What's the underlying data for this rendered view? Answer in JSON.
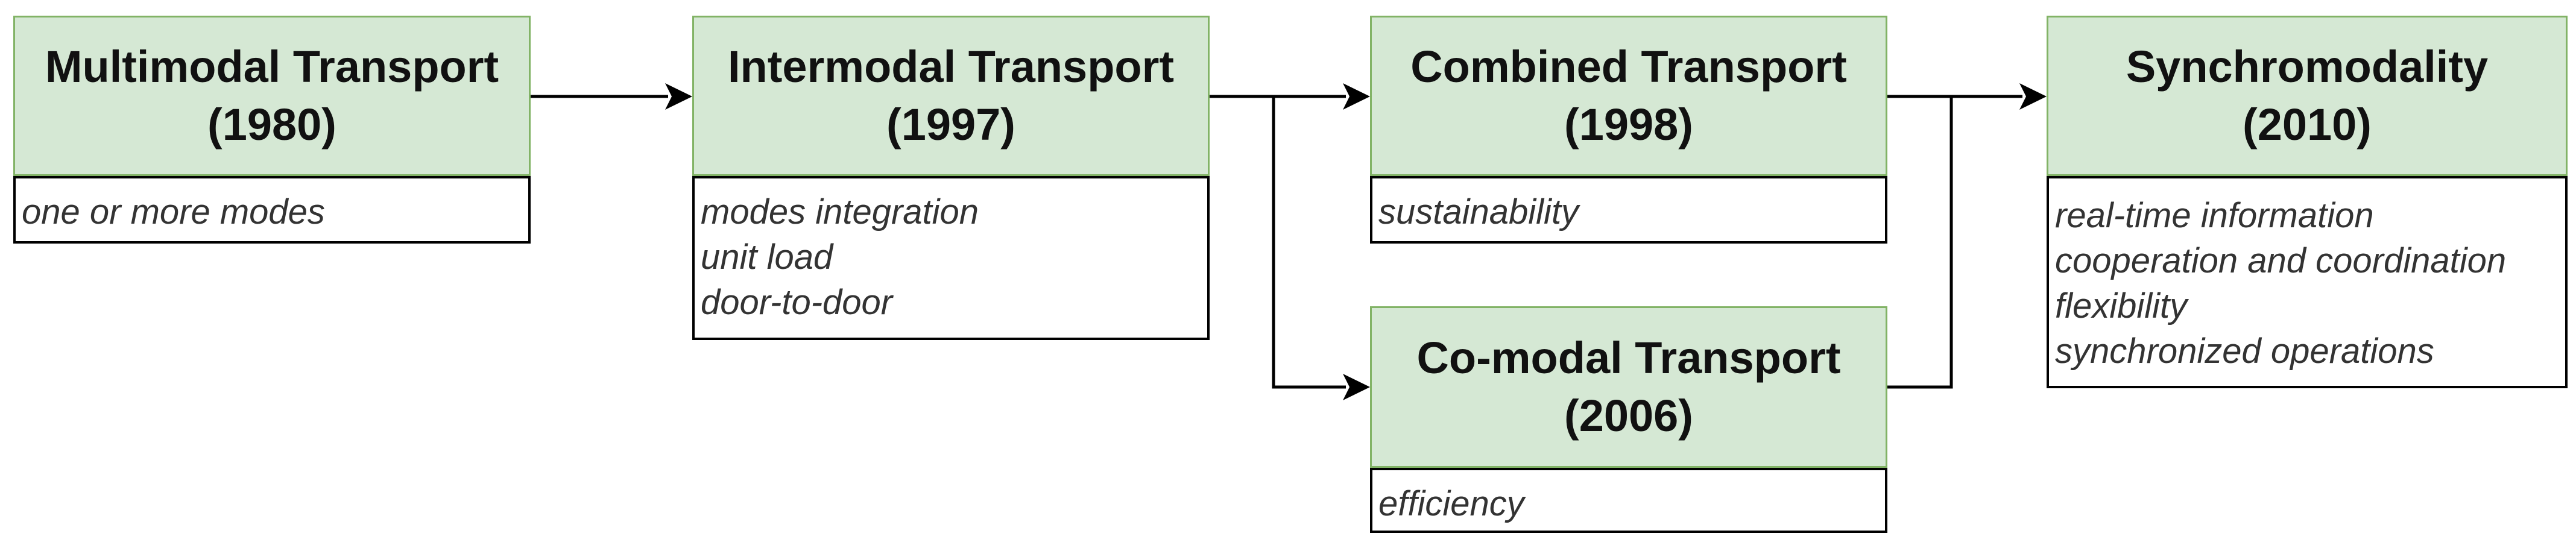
{
  "diagram": {
    "nodes": [
      {
        "id": "multimodal",
        "title": "Multimodal Transport",
        "year": "(1980)",
        "attributes": [
          "one or more modes"
        ]
      },
      {
        "id": "intermodal",
        "title": "Intermodal Transport",
        "year": "(1997)",
        "attributes": [
          "modes integration",
          "unit load",
          "door-to-door"
        ]
      },
      {
        "id": "combined",
        "title": "Combined Transport",
        "year": "(1998)",
        "attributes": [
          "sustainability"
        ]
      },
      {
        "id": "comodal",
        "title": "Co-modal Transport",
        "year": "(2006)",
        "attributes": [
          "efficiency"
        ]
      },
      {
        "id": "synchromodality",
        "title": "Synchromodality",
        "year": "(2010)",
        "attributes": [
          "real-time information",
          "cooperation and coordination",
          "flexibility",
          "synchronized operations"
        ]
      }
    ],
    "edges": [
      {
        "from": "multimodal",
        "to": "intermodal"
      },
      {
        "from": "intermodal",
        "to": "combined"
      },
      {
        "from": "intermodal",
        "to": "comodal"
      },
      {
        "from": "combined",
        "to": "synchromodality"
      },
      {
        "from": "comodal",
        "to": "synchromodality"
      }
    ],
    "colors": {
      "header_fill": "#d5e8d4",
      "header_stroke": "#82b366",
      "body_fill": "#ffffff",
      "body_stroke": "#000000",
      "edge": "#000000"
    }
  }
}
